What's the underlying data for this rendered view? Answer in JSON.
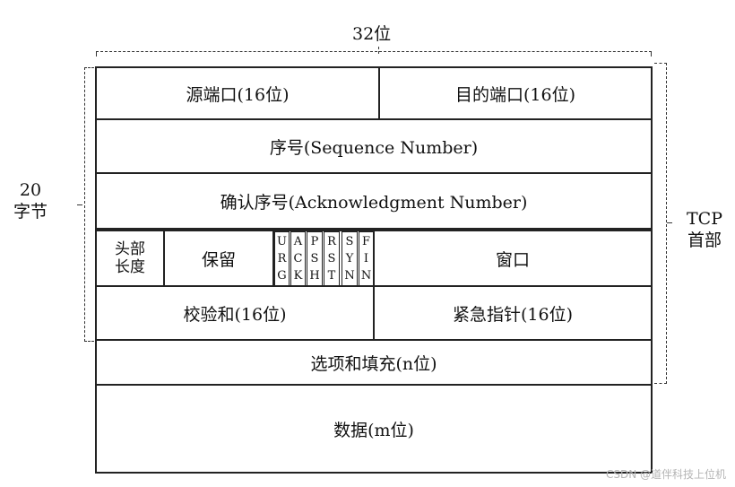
{
  "width_label": "32位",
  "left_label": "20\n字节",
  "right_label": "TCP\n首部",
  "fields": {
    "src_port": "源端口(16位)",
    "dst_port": "目的端口(16位)",
    "seq": "序号(Sequence Number)",
    "ack": "确认序号(Acknowledgment Number)",
    "hdr_len": "头部\n长度",
    "reserved": "保留",
    "window": "窗口",
    "checksum": "校验和(16位)",
    "urgent": "紧急指针(16位)",
    "options": "选项和填充(n位)",
    "data": "数据(m位)"
  },
  "flags": [
    {
      "chars": [
        "U",
        "R",
        "G"
      ]
    },
    {
      "chars": [
        "A",
        "C",
        "K"
      ]
    },
    {
      "chars": [
        "P",
        "S",
        "H"
      ]
    },
    {
      "chars": [
        "R",
        "S",
        "T"
      ]
    },
    {
      "chars": [
        "S",
        "Y",
        "N"
      ]
    },
    {
      "chars": [
        "F",
        "I",
        "N"
      ]
    }
  ],
  "watermark": "CSDN @道伴科技上位机"
}
